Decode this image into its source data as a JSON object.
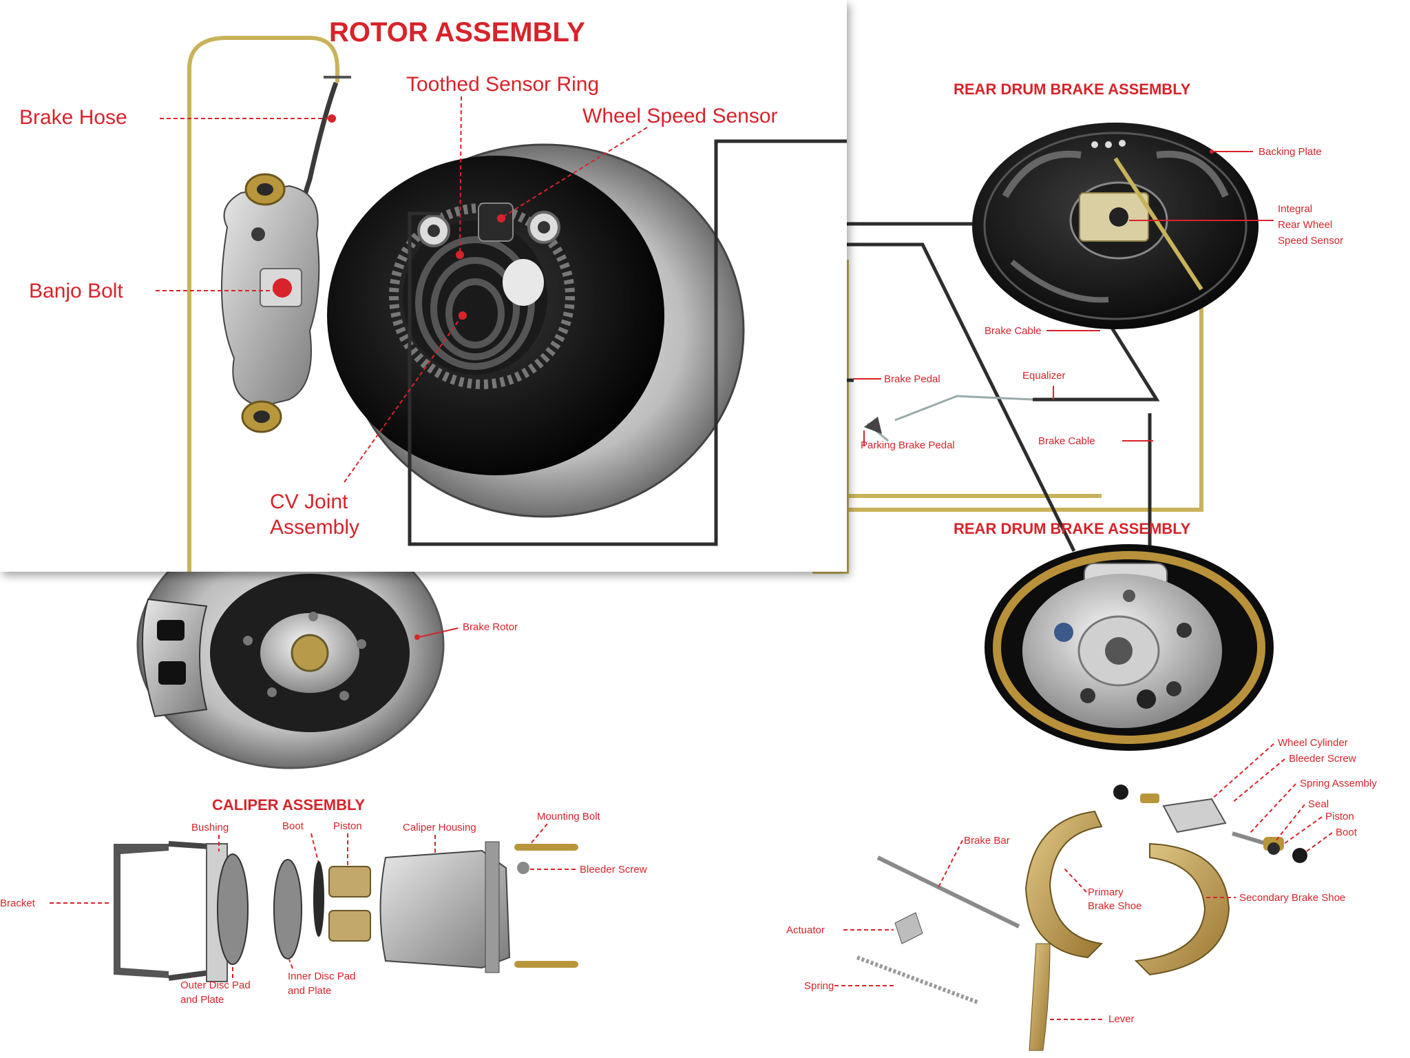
{
  "colors": {
    "label_red": "#d8232a",
    "brake_line_gold": "#c9b35a",
    "cable_dark": "#2d2d2d",
    "rotor_silver": "#c8c8c8",
    "shoe_gold": "#b8913a"
  },
  "rotor_panel": {
    "title": "ROTOR ASSEMBLY",
    "labels": {
      "toothed_sensor_ring": "Toothed Sensor Ring",
      "wheel_speed_sensor": "Wheel Speed Sensor",
      "brake_hose": "Brake Hose",
      "banjo_bolt": "Banjo Bolt",
      "cv_joint_line1": "CV Joint",
      "cv_joint_line2": "Assembly"
    }
  },
  "rear_drum_upper": {
    "title": "REAR DRUM BRAKE ASSEMBLY",
    "labels": {
      "backing_plate": "Backing Plate",
      "integral_line1": "Integral",
      "integral_line2": "Rear Wheel",
      "integral_line3": "Speed Sensor",
      "brake_cable": "Brake Cable"
    }
  },
  "parking_section": {
    "labels": {
      "brake_pedal": "Brake Pedal",
      "equalizer": "Equalizer",
      "parking_brake_pedal": "Parking Brake Pedal",
      "brake_cable": "Brake Cable"
    }
  },
  "front_rotor": {
    "labels": {
      "brake_rotor": "Brake Rotor"
    }
  },
  "rear_drum_lower": {
    "title": "REAR DRUM BRAKE ASSEMBLY"
  },
  "caliper_panel": {
    "title": "CALIPER ASSEMBLY",
    "labels": {
      "bushing": "Bushing",
      "boot": "Boot",
      "piston": "Piston",
      "caliper_housing": "Caliper Housing",
      "mounting_bolt": "Mounting Bolt",
      "bleeder_screw": "Bleeder Screw",
      "bracket": "Bracket",
      "outer_pad_line1": "Outer Disc Pad",
      "outer_pad_line2": "and Plate",
      "inner_pad_line1": "Inner Disc Pad",
      "inner_pad_line2": "and Plate"
    }
  },
  "drum_exploded": {
    "labels": {
      "wheel_cylinder": "Wheel Cylinder",
      "bleeder_screw": "Bleeder Screw",
      "spring_assembly": "Spring Assembly",
      "seal": "Seal",
      "piston": "Piston",
      "boot": "Boot",
      "brake_bar": "Brake Bar",
      "primary_line1": "Primary",
      "primary_line2": "Brake Shoe",
      "secondary_brake_shoe": "Secondary Brake Shoe",
      "actuator": "Actuator",
      "spring": "Spring",
      "lever": "Lever"
    }
  }
}
